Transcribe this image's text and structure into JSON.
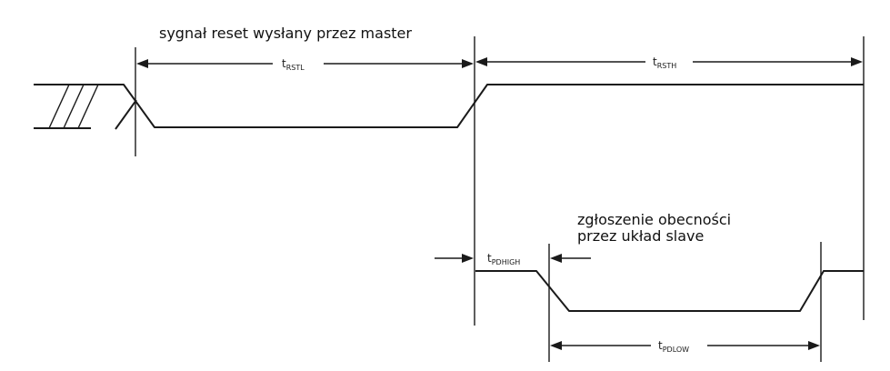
{
  "master_caption": "sygnał reset wysłany przez master",
  "slave_caption": [
    "zgłoszenie obecności",
    "przez układ slave"
  ],
  "timings": {
    "rstl": {
      "main": "t",
      "sub": "RSTL"
    },
    "rsth": {
      "main": "t",
      "sub": "RSTH"
    },
    "pdhigh": {
      "main": "t",
      "sub": "PDHIGH"
    },
    "pdlow": {
      "main": "t",
      "sub": "PDLOW"
    }
  }
}
